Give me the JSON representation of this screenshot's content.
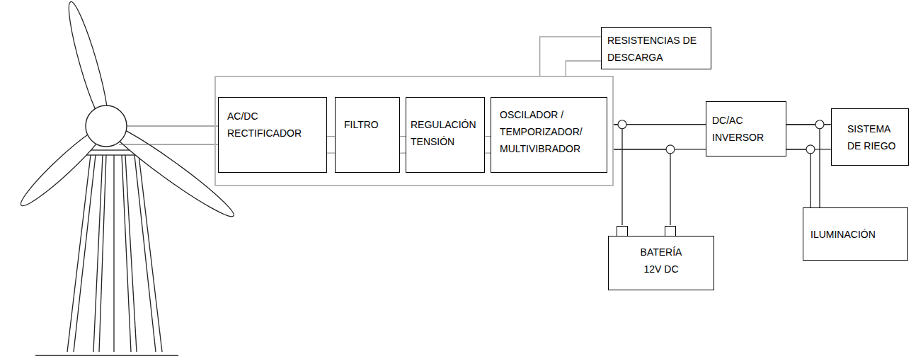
{
  "diagram": {
    "nodes": [
      {
        "text": []
      },
      {
        "text": [
          "AC/DC RECTIFICADOR"
        ],
        "in": 0
      },
      {
        "text": [
          "FILTRO"
        ],
        "in": 0
      },
      {
        "text": [
          "REGULACIÓN TENSIÓN"
        ],
        "in": 0
      },
      {
        "text": [
          "OSCILADOR / TEMPORIZADOR/ MULTIVIBRADOR"
        ],
        "in": 0
      },
      {
        "text": [
          "RESISTENCIAS DE DESCARGA"
        ]
      },
      {
        "text": [
          "DC/AC INVERSOR"
        ]
      },
      {
        "text": [
          "SISTEMA DE RIEGO"
        ]
      },
      {
        "text": [
          "ILUMINACIÓN"
        ]
      },
      {
        "text": [
          "BATERÍA",
          "12V DC"
        ]
      }
    ],
    "edges": [
      {
        "from": 1,
        "to": 2,
        "arrow": "none"
      },
      {
        "from": 2,
        "to": 3,
        "arrow": "none"
      },
      {
        "from": 3,
        "to": 4,
        "arrow": "none"
      },
      {
        "from": 0,
        "to": 5,
        "arrow": "none"
      },
      {
        "from": 0,
        "to": 6,
        "arrow": "none"
      },
      {
        "from": 0,
        "to": 9,
        "arrow": "none"
      },
      {
        "from": 6,
        "to": 7,
        "arrow": "none"
      },
      {
        "from": 6,
        "to": 8,
        "arrow": "none"
      }
    ]
  }
}
